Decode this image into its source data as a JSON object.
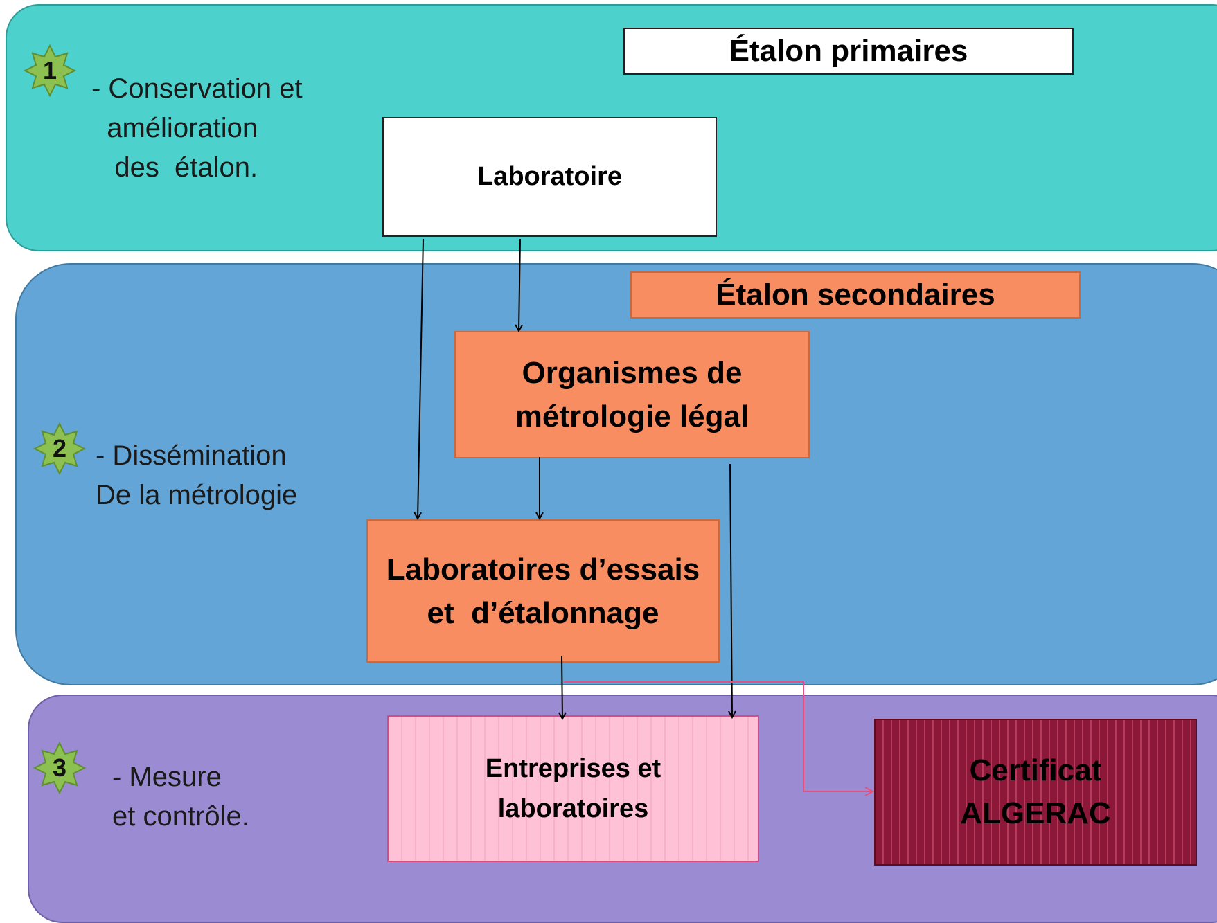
{
  "levels": [
    {
      "number": "1",
      "description": "- Conservation et\n  amélioration\n   des  étalon."
    },
    {
      "number": "2",
      "description": "- Dissémination\nDe la métrologie"
    },
    {
      "number": "3",
      "description": "- Mesure\net contrôle."
    }
  ],
  "nodes": {
    "etalon_primaires": "Étalon primaires",
    "laboratoire": "Laboratoire",
    "etalon_secondaires": "Étalon secondaires",
    "organismes": "Organismes de\nmétrologie légal",
    "laboratoires_essais": "Laboratoires d’essais\net  d’étalonnage",
    "entreprises": "Entreprises et\nlaboratoires",
    "certificat": "Certificat\nALGERAC"
  },
  "edges": [
    {
      "from": "Laboratoire",
      "to": "Organismes de métrologie légal"
    },
    {
      "from": "Laboratoire",
      "to": "Laboratoires d’essais et d’étalonnage"
    },
    {
      "from": "Organismes de métrologie légal",
      "to": "Laboratoires d’essais et d’étalonnage"
    },
    {
      "from": "Organismes de métrologie légal",
      "to": "Entreprises et laboratoires"
    },
    {
      "from": "Laboratoires d’essais et d’étalonnage",
      "to": "Entreprises et laboratoires"
    },
    {
      "from": "Laboratoires d’essais et d’étalonnage",
      "to": "Certificat ALGERAC"
    }
  ],
  "colors": {
    "band_1": "#4dd1cc",
    "band_2": "#62a5d6",
    "band_3": "#9b8bd2",
    "orange_box": "#f98d62",
    "pink_box": "#ffc1d6",
    "certificat_box": "#8b1838",
    "star": "#8cc152",
    "arrow": "#000000",
    "certificat_arrow": "#e4507f"
  }
}
